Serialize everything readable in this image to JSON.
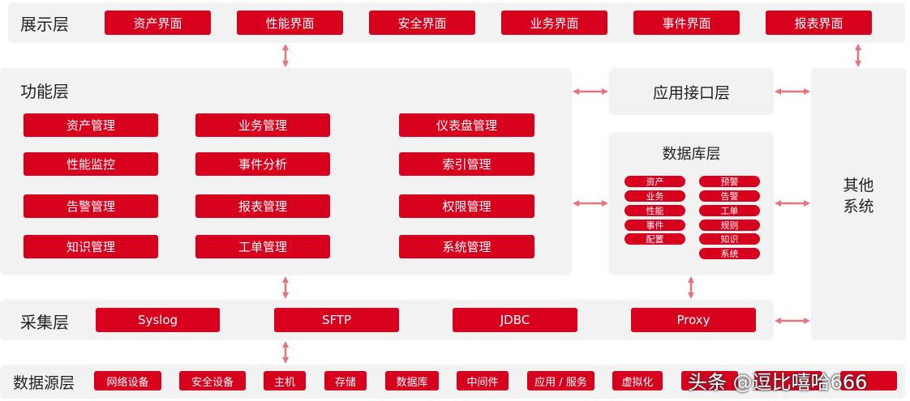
{
  "presentation": {
    "title": "展示层",
    "items": [
      "资产界面",
      "性能界面",
      "安全界面",
      "业务界面",
      "事件界面",
      "报表界面"
    ]
  },
  "function": {
    "title": "功能层",
    "col1": [
      "资产管理",
      "性能监控",
      "告警管理",
      "知识管理"
    ],
    "col2": [
      "业务管理",
      "事件分析",
      "报表管理",
      "工单管理"
    ],
    "col3": [
      "仪表盘管理",
      "索引管理",
      "权限管理",
      "系统管理"
    ]
  },
  "api": {
    "title": "应用接口层"
  },
  "database": {
    "title": "数据库层",
    "left": [
      "资产",
      "业务",
      "性能",
      "事件",
      "配置"
    ],
    "right": [
      "预警",
      "告警",
      "工单",
      "规则",
      "知识",
      "系统"
    ]
  },
  "other": {
    "title_line1": "其他",
    "title_line2": "系统"
  },
  "collection": {
    "title": "采集层",
    "items": [
      "Syslog",
      "SFTP",
      "JDBC",
      "Proxy"
    ]
  },
  "source": {
    "title": "数据源层",
    "items": [
      "网络设备",
      "安全设备",
      "主机",
      "存储",
      "数据库",
      "中间件",
      "应用 / 服务",
      "虚拟化"
    ]
  },
  "watermark": "头条 @逗比嘻哈666",
  "colors": {
    "accent": "#d7001d",
    "panel": "#f2f2f2",
    "arrow": "#e8737f"
  }
}
